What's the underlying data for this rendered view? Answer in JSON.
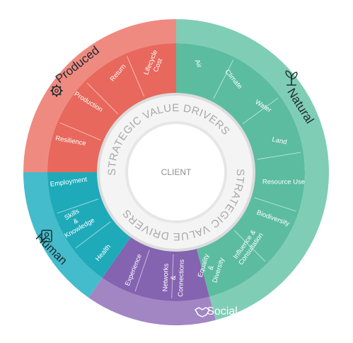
{
  "center": {
    "label": "CLIENT",
    "ring_text_top": "STRATEGIC VALUE DRIVERS",
    "ring_text_bottom": "STRATEGIC VALUE DRIVERS"
  },
  "capitals": [
    {
      "key": "produced",
      "title": "Produced",
      "icon": "gear-icon",
      "color_outer": "#ef8a80",
      "color_inner": "#e8685d",
      "items": [
        "Lifecycle Cost",
        "Return",
        "Production",
        "Resilience"
      ]
    },
    {
      "key": "natural",
      "title": "Natural",
      "icon": "plant-icon",
      "color_outer": "#80cdb5",
      "color_inner": "#5bbca0",
      "items": [
        "Air",
        "Climate",
        "Water",
        "Land",
        "Resource Use",
        "Biodiversity"
      ]
    },
    {
      "key": "social",
      "title": "Social",
      "icon": "handshake-icon",
      "color_outer": "#a286c3",
      "color_inner": "#8463b0",
      "items": [
        "Influence & Consultation",
        "Equality & Diversity",
        "Networks & Connections"
      ]
    },
    {
      "key": "human",
      "title": "Human",
      "icon": "person-icon",
      "color_outer": "#44bccb",
      "color_inner": "#1eaab9",
      "items": [
        "Experience",
        "Health",
        "Skills & Knowledge",
        "Employment"
      ]
    }
  ]
}
